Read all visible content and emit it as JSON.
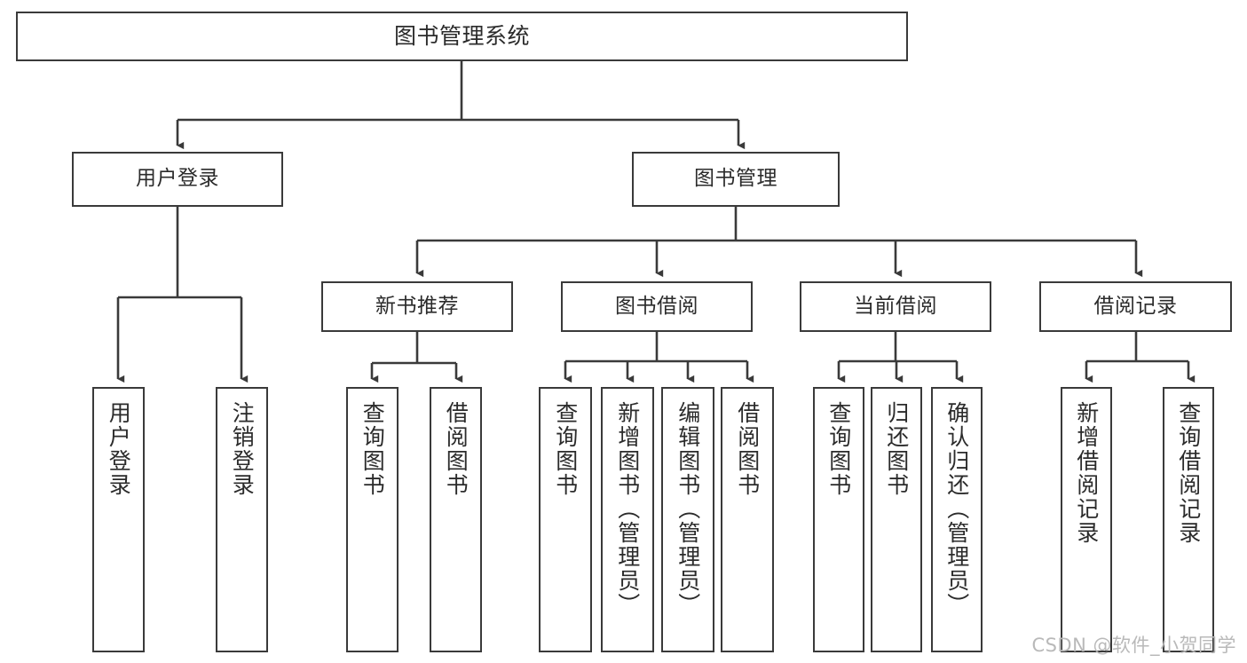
{
  "diagram": {
    "title": "图书管理系统",
    "type": "tree-hierarchy-diagram",
    "colors": {
      "stroke": "#3a3a3a",
      "fill": "#ffffff",
      "text": "#2b2b2b",
      "watermark": "#b9b9b9"
    },
    "watermark": "CSDN @软件_小贺同学",
    "nodes": {
      "root": {
        "label": "图书管理系统"
      },
      "level1": [
        {
          "label": "用户登录"
        },
        {
          "label": "图书管理"
        }
      ],
      "level2": [
        {
          "label": "新书推荐"
        },
        {
          "label": "图书借阅"
        },
        {
          "label": "当前借阅"
        },
        {
          "label": "借阅记录"
        }
      ],
      "leaves_user_login": [
        {
          "label": "用户登录"
        },
        {
          "label": "注销登录"
        }
      ],
      "leaves_new_book": [
        {
          "label": "查询图书"
        },
        {
          "label": "借阅图书"
        }
      ],
      "leaves_borrow": [
        {
          "label": "查询图书"
        },
        {
          "label": "新增图书（管理员）"
        },
        {
          "label": "编辑图书（管理员）"
        },
        {
          "label": "借阅图书"
        }
      ],
      "leaves_current": [
        {
          "label": "查询图书"
        },
        {
          "label": "归还图书"
        },
        {
          "label": "确认归还（管理员）"
        }
      ],
      "leaves_records": [
        {
          "label": "新增借阅记录"
        },
        {
          "label": "查询借阅记录"
        }
      ]
    }
  }
}
